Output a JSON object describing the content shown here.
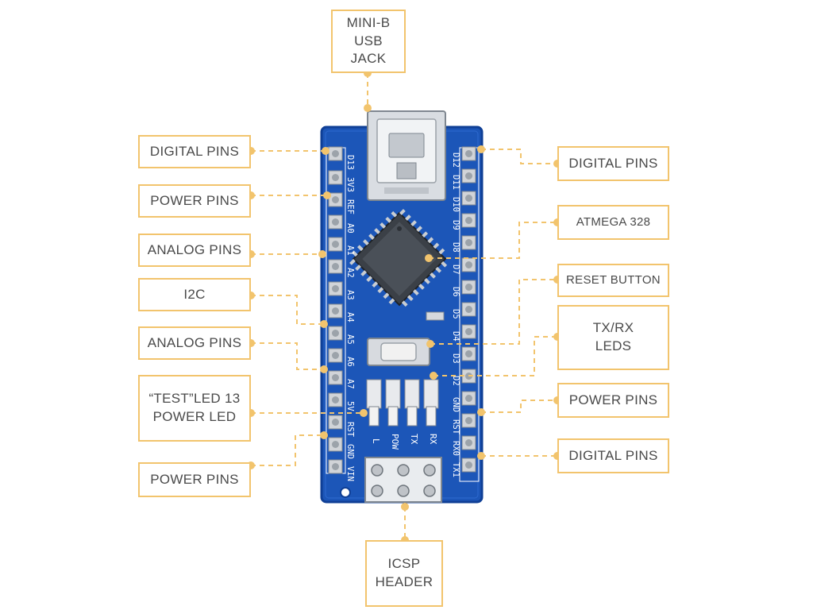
{
  "callouts": {
    "usb": "MINI-B\nUSB\nJACK",
    "digital_left": "DIGITAL PINS",
    "power_left_top": "POWER PINS",
    "analog_left_top": "ANALOG PINS",
    "i2c": "I2C",
    "analog_left_bottom": "ANALOG PINS",
    "test_led": "“TEST”LED 13\nPOWER LED",
    "power_left_bottom": "POWER PINS",
    "icsp": "ICSP\nHEADER",
    "digital_right_top": "DIGITAL PINS",
    "atmega": "ATMEGA 328",
    "reset": "RESET BUTTON",
    "txrx": "TX/RX\nLEDS",
    "power_right": "POWER PINS",
    "digital_right_bottom": "DIGITAL PINS"
  },
  "board": {
    "left_pin_labels": [
      "D13",
      "3V3",
      "REF",
      "A0",
      "A1",
      "A2",
      "A3",
      "A4",
      "A5",
      "A6",
      "A7",
      "5V",
      "RST",
      "GND",
      "VIN"
    ],
    "right_pin_labels": [
      "D12",
      "D11",
      "D10",
      "D9",
      "D8",
      "D7",
      "D6",
      "D5",
      "D4",
      "D3",
      "D2",
      "GND",
      "RST",
      "RX0",
      "TX1"
    ],
    "led_labels": [
      "L",
      "POW",
      "TX",
      "RX"
    ]
  },
  "colors": {
    "board": "#1c56b8",
    "board_edge": "#0f3f96",
    "accent": "#f2c46d",
    "text": "#4a4a4a"
  }
}
